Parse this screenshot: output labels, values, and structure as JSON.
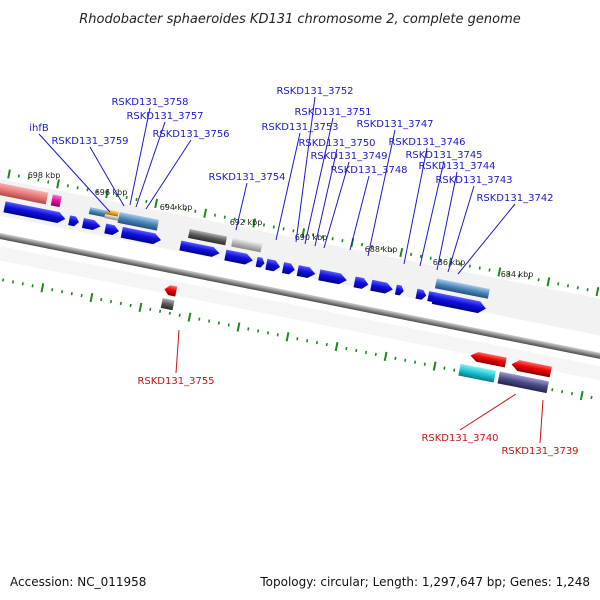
{
  "title": "Rhodobacter sphaeroides KD131 chromosome 2, complete genome",
  "footer": {
    "accession": "Accession: NC_011958",
    "summary": "Topology: circular; Length: 1,297,647 bp; Genes: 1,248"
  },
  "scale_labels": [
    "698 kbp",
    "696 kbp",
    "694 kbp",
    "692 kbp",
    "690 kbp",
    "688 kbp",
    "686 kbp",
    "684 kbp"
  ],
  "plus_strand_labels": [
    "ihfB",
    "RSKD131_3759",
    "RSKD131_3758",
    "RSKD131_3757",
    "RSKD131_3756",
    "RSKD131_3754",
    "RSKD131_3753",
    "RSKD131_3752",
    "RSKD131_3751",
    "RSKD131_3750",
    "RSKD131_3749",
    "RSKD131_3748",
    "RSKD131_3747",
    "RSKD131_3746",
    "RSKD131_3745",
    "RSKD131_3744",
    "RSKD131_3743",
    "RSKD131_3742"
  ],
  "minus_strand_labels": [
    "RSKD131_3755",
    "RSKD131_3740",
    "RSKD131_3739"
  ],
  "colors": {
    "plus_label": "#1a1acc",
    "minus_label": "#cc1111",
    "gene_plus": "#1010e0",
    "gene_minus": "#ee0000",
    "tick": "#1a8a1a",
    "backbone": "#888888"
  }
}
